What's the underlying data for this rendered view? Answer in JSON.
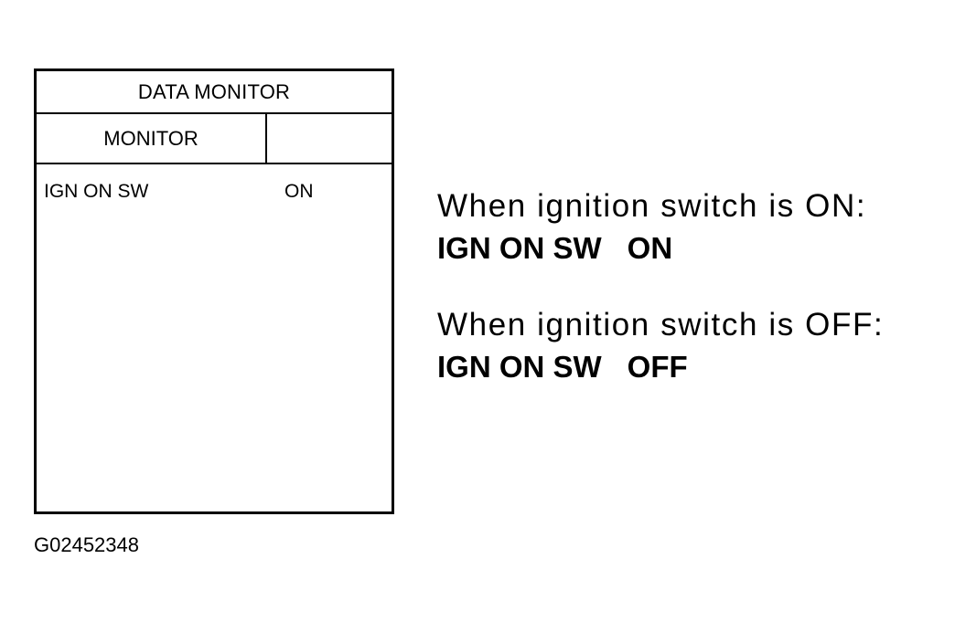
{
  "monitor_panel": {
    "title": "DATA MONITOR",
    "column_header": "MONITOR",
    "rows": [
      {
        "name": "IGN ON SW",
        "value": "ON"
      }
    ]
  },
  "notes": [
    {
      "condition": "When ignition switch is ON:",
      "item": "IGN ON SW",
      "value": "ON"
    },
    {
      "condition": "When ignition switch is OFF:",
      "item": "IGN ON SW",
      "value": "OFF"
    }
  ],
  "figure_code": "G02452348"
}
